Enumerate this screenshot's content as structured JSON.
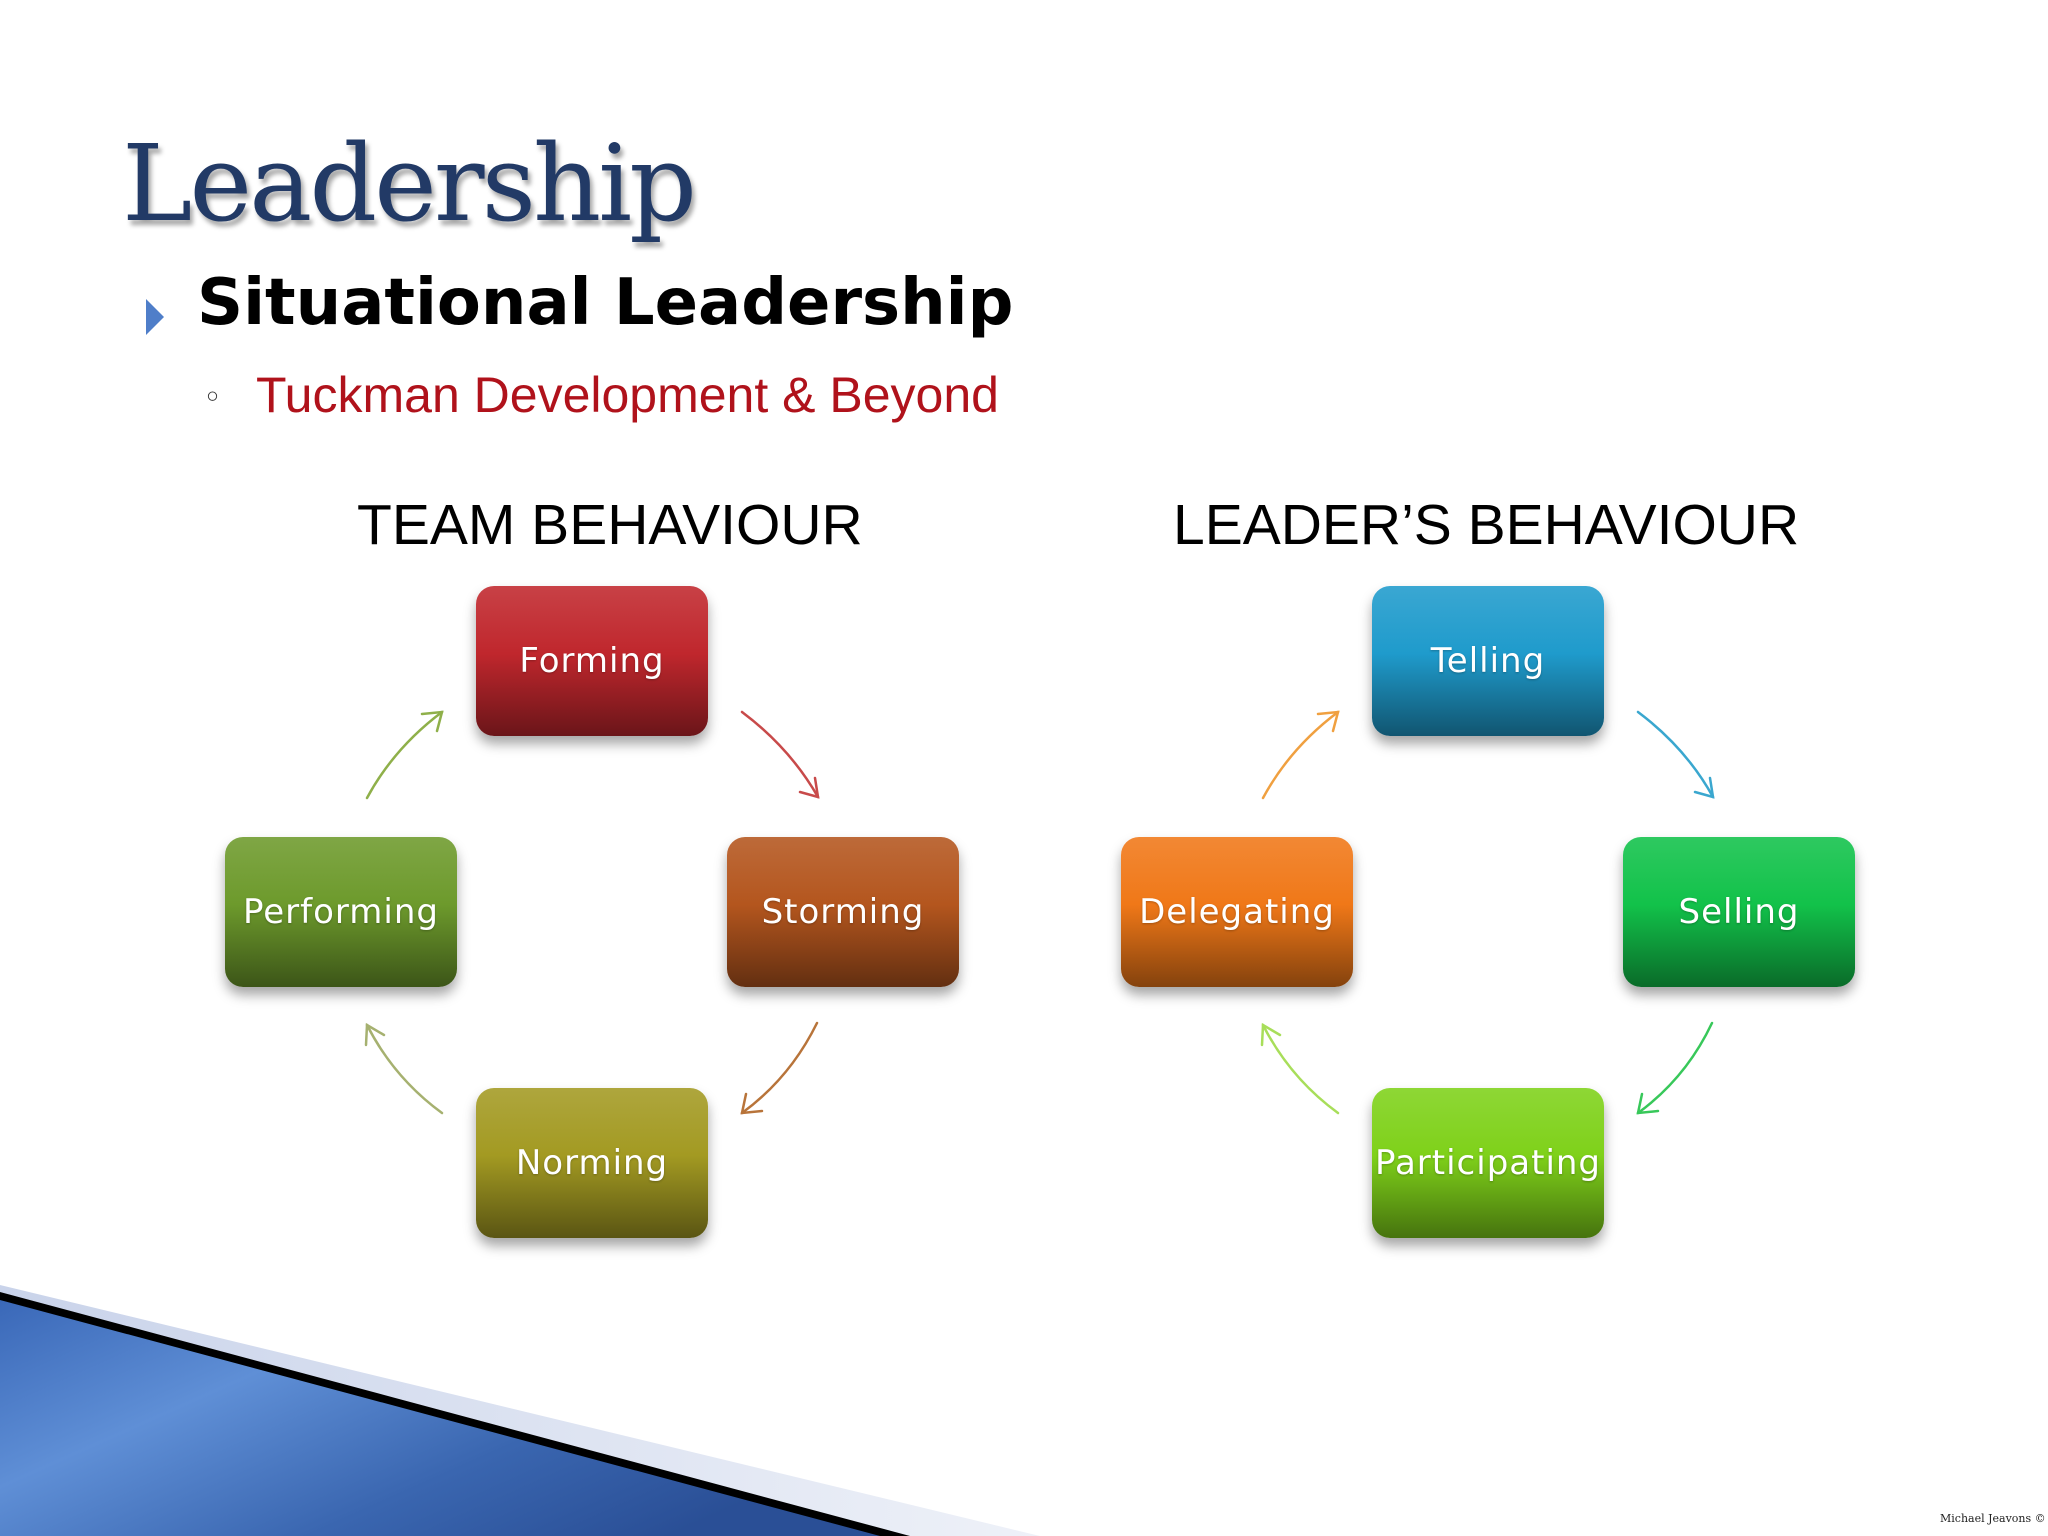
{
  "slide": {
    "title": "Leadership",
    "bullet": "Situational Leadership",
    "subbullet": "Tuckman Development & Beyond",
    "credit": "Michael Jeavons ©"
  },
  "team": {
    "heading": "TEAM BEHAVIOUR",
    "stages": [
      "Forming",
      "Storming",
      "Norming",
      "Performing"
    ],
    "colors": [
      "#c0272d",
      "#b4561e",
      "#a39a22",
      "#6d9a2c"
    ]
  },
  "leader": {
    "heading": "LEADER’S BEHAVIOUR",
    "styles": [
      "Telling",
      "Selling",
      "Participating",
      "Delegating"
    ],
    "colors": [
      "#1f9bcc",
      "#12c24a",
      "#7fd11a",
      "#f07818"
    ]
  },
  "arrow_colors": {
    "team": [
      "#c84a4a",
      "#b8743a",
      "#a6b170",
      "#8fb04a"
    ],
    "leader": [
      "#3aa7cf",
      "#38c85a",
      "#a8de5a",
      "#f0a040"
    ]
  }
}
